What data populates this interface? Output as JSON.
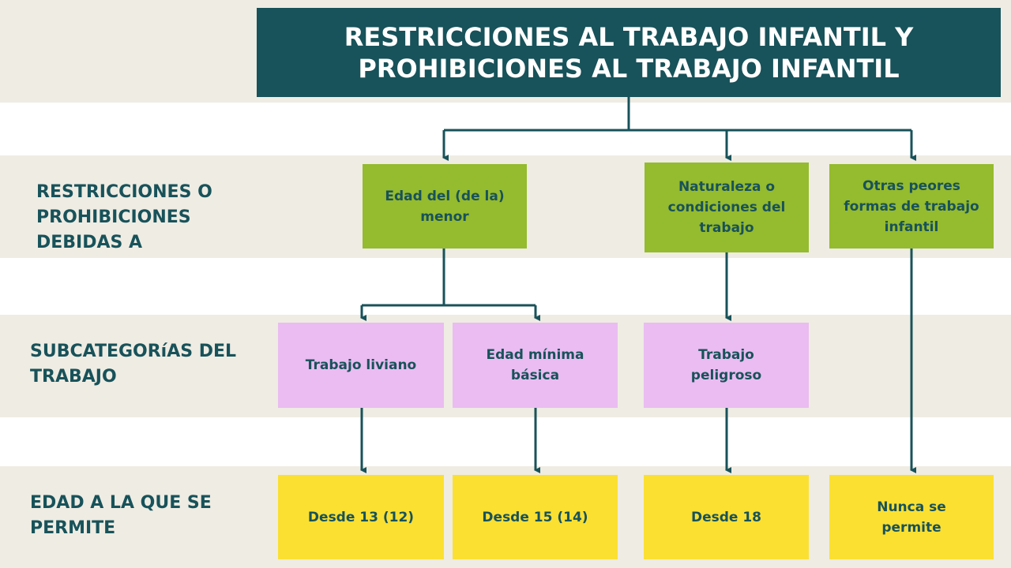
{
  "title": "RESTRICCIONES AL TRABAJO INFANTIL Y PROHIBICIONES AL TRABAJO INFANTIL",
  "rows": {
    "restricciones": "RESTRICCIONES O PROHIBICIONES DEBIDAS A",
    "subcategorias": "SUBCATEGORíAS DEL TRABAJO",
    "edad": "EDAD A LA QUE SE PERMITE"
  },
  "causes": {
    "edad_menor": "Edad del (de la) menor",
    "naturaleza": "Naturaleza o condiciones del trabajo",
    "otras_peores": "Otras peores formas de trabajo infantil"
  },
  "subcategories": {
    "liviano": "Trabajo liviano",
    "edad_minima": "Edad mínima básica",
    "peligroso": "Trabajo peligroso"
  },
  "ages": {
    "desde_13": "Desde 13 (12)",
    "desde_15": "Desde 15 (14)",
    "desde_18": "Desde 18",
    "nunca": "Nunca se permite"
  },
  "colors": {
    "dark_teal": "#18525a",
    "band_beige": "#efece3",
    "green": "#95bb2e",
    "pink": "#eabcf1",
    "yellow": "#fbe032"
  }
}
